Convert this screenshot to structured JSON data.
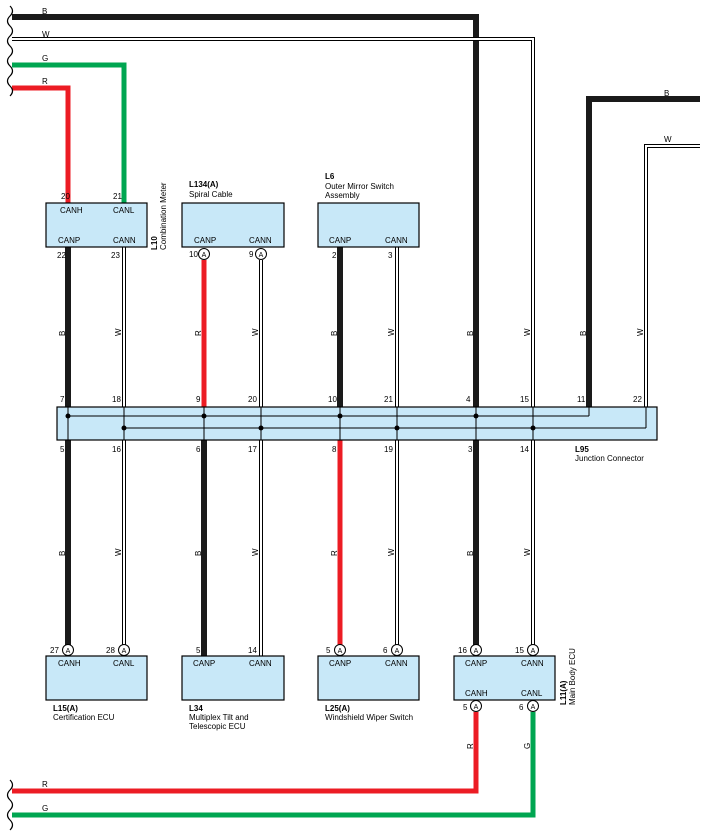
{
  "colors": {
    "B": "#1a1a1a",
    "W": "#ffffff",
    "R": "#ec1c24",
    "G": "#00a651",
    "component_fill": "#c8e8f8",
    "outline": "#000000"
  },
  "components": {
    "L10": {
      "id": "L10",
      "desc": "Combination Meter",
      "pins": {
        "canh": "20",
        "canl": "21",
        "canp": "22",
        "cann": "23"
      },
      "labels": {
        "canh": "CANH",
        "canl": "CANL",
        "canp": "CANP",
        "cann": "CANN"
      }
    },
    "L134": {
      "id": "L134(A)",
      "desc": "Spiral Cable",
      "pins": {
        "canp": "10",
        "cann": "9"
      },
      "labels": {
        "canp": "CANP",
        "cann": "CANN"
      },
      "tag": "A"
    },
    "L6": {
      "id": "L6",
      "desc_1": "Outer Mirror Switch",
      "desc_2": "Assembly",
      "pins": {
        "canp": "2",
        "cann": "3"
      },
      "labels": {
        "canp": "CANP",
        "cann": "CANN"
      }
    },
    "L95": {
      "id": "L95",
      "desc": "Junction Connector",
      "top_pins": [
        "7",
        "18",
        "9",
        "20",
        "10",
        "21",
        "4",
        "15",
        "11",
        "22"
      ],
      "bottom_pins": [
        "5",
        "16",
        "6",
        "17",
        "8",
        "19",
        "3",
        "14"
      ]
    },
    "L15": {
      "id": "L15(A)",
      "desc": "Certification ECU",
      "pins": {
        "canh": "27",
        "canl": "28"
      },
      "labels": {
        "canh": "CANH",
        "canl": "CANL"
      },
      "tag": "A"
    },
    "L34": {
      "id": "L34",
      "desc_1": "Multiplex Tilt and",
      "desc_2": "Telescopic ECU",
      "pins": {
        "canp": "5",
        "cann": "14"
      },
      "labels": {
        "canp": "CANP",
        "cann": "CANN"
      }
    },
    "L25": {
      "id": "L25(A)",
      "desc": "Windshield Wiper Switch",
      "pins": {
        "canp": "5",
        "cann": "6"
      },
      "labels": {
        "canp": "CANP",
        "cann": "CANN"
      },
      "tag": "A"
    },
    "L11": {
      "id": "L11(A)",
      "desc": "Main Body ECU",
      "pins": {
        "canp": "16",
        "cann": "15",
        "canh": "5",
        "canl": "6"
      },
      "labels": {
        "canp": "CANP",
        "cann": "CANN",
        "canh": "CANH",
        "canl": "CANL"
      },
      "tag": "A"
    }
  },
  "wire_labels": {
    "top_b": "B",
    "top_w": "W",
    "top_g": "G",
    "top_r": "R",
    "right_b": "B",
    "right_w": "W",
    "bottom_r": "R",
    "bottom_g": "G",
    "seg_l10_b": "B",
    "seg_l10_w": "W",
    "seg_l134_r": "R",
    "seg_l134_w": "W",
    "seg_l6_b": "B",
    "seg_l6_w": "W",
    "seg_mid_b": "B",
    "seg_mid_w": "W",
    "seg_right_b": "B",
    "seg_right_w": "W",
    "seg_l15_b": "B",
    "seg_l15_w": "W",
    "seg_l34_b": "B",
    "seg_l34_w": "W",
    "seg_l25_r": "R",
    "seg_l25_w": "W",
    "seg_l11_b": "B",
    "seg_l11_w": "W",
    "seg_l11_r": "R",
    "seg_l11_g": "G"
  }
}
